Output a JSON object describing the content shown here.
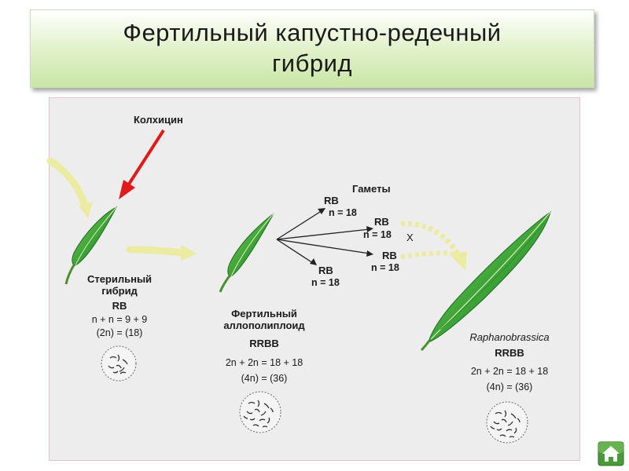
{
  "title": {
    "line1": "Фертильный капустно-редечный",
    "line2": "гибрид"
  },
  "diagram": {
    "colchicine": "Колхицин",
    "gametes": "Гаметы",
    "sterile": {
      "name_line1": "Стерильный",
      "name_line2": "гибрид",
      "genome": "RB",
      "formula_line1": "n + n = 9 + 9",
      "formula_line2": "(2n) = (18)"
    },
    "fertile": {
      "name_line1": "Фертильный",
      "name_line2": "аллополиплоид",
      "genome": "RRBB",
      "formula_line1": "2n + 2n = 18 + 18",
      "formula_line2": "(4n) = (36)"
    },
    "raphano": {
      "name": "Raphanobrassica",
      "genome": "RRBB",
      "formula_line1": "2n + 2n = 18 + 18",
      "formula_line2": "(4n) = (36)"
    },
    "gamete_labels": [
      {
        "genome": "RB",
        "count": "n = 18"
      },
      {
        "genome": "RB",
        "count": "n = 18"
      },
      {
        "genome": "RB",
        "count": "n = 18"
      },
      {
        "genome": "RB",
        "count": "n = 18"
      }
    ],
    "cross_mark": "X"
  },
  "colors": {
    "title_gradient_bottom": "#c9e6a6",
    "panel_background": "#ededed",
    "arrow_red": "#e01b1b",
    "arrow_yellow": "#f0ee9c",
    "leaf_green": "#3fa53a",
    "home_button": "#4a9a3a"
  },
  "icons": {
    "home_button": "home-icon"
  }
}
